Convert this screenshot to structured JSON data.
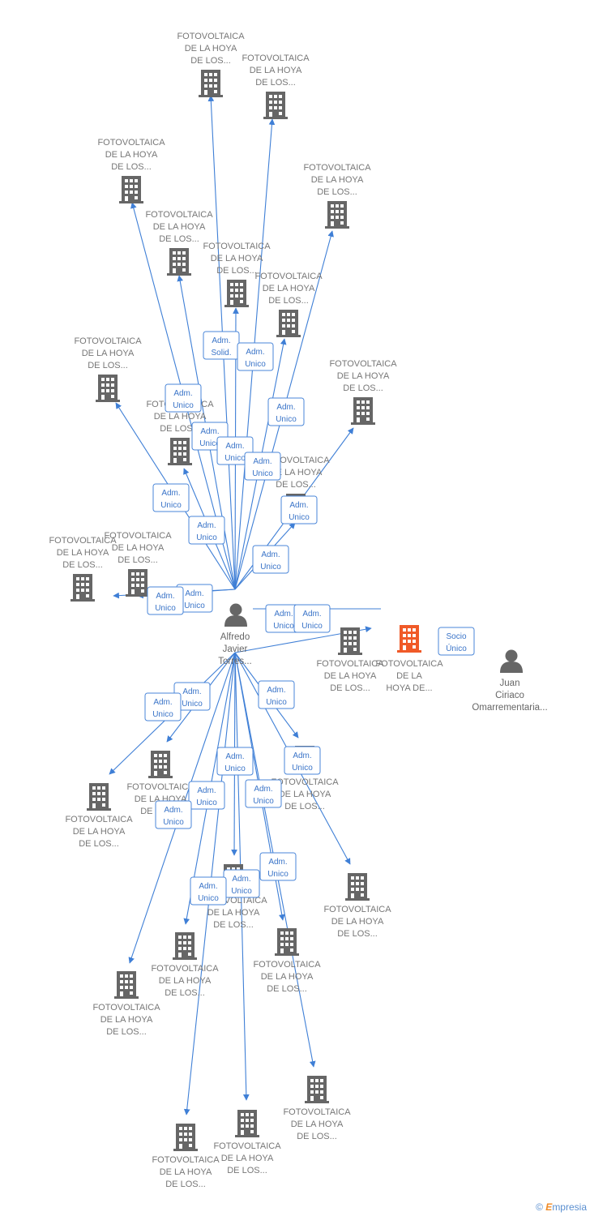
{
  "colors": {
    "building": "#666666",
    "highlight": "#f05a28",
    "edge": "#3f7fd6",
    "badge_text": "#3a74c8",
    "label": "#777777"
  },
  "center_person": {
    "name_lines": [
      "Alfredo",
      "Javier",
      "Torres..."
    ]
  },
  "other_person": {
    "name_lines": [
      "Juan",
      "Ciriaco",
      "Omarrementaria..."
    ]
  },
  "highlight_company": {
    "name_lines": [
      "FOTOVOLTAICA",
      "DE LA",
      "HOYA DE..."
    ]
  },
  "company_name_lines": [
    "FOTOVOLTAICA",
    "DE LA HOYA",
    "DE LOS..."
  ],
  "badge_adm_unico": [
    "Adm.",
    "Unico"
  ],
  "badge_adm_solid": [
    "Adm.",
    "Solid."
  ],
  "badge_socio": [
    "Socio",
    "Único"
  ],
  "footer": {
    "copyright": "©",
    "brand_first": "E",
    "brand_rest": "mpresia"
  }
}
